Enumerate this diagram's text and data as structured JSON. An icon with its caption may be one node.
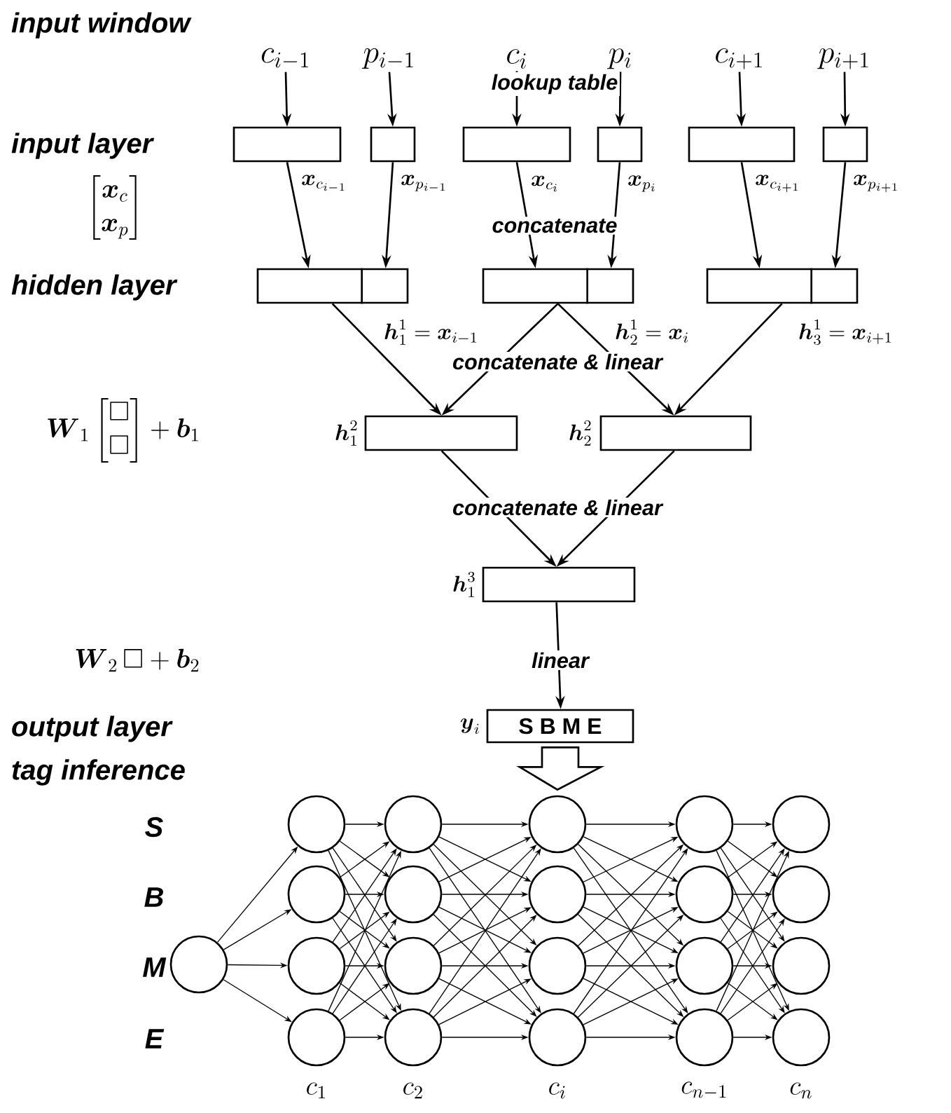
{
  "diagram": {
    "nodes": [
      {
        "text": [
          "c_{i-1}"
        ]
      },
      {
        "text": [
          "p_{i-1}"
        ]
      },
      {
        "text": [
          "c_{i}"
        ]
      },
      {
        "text": [
          "p_{i}"
        ]
      },
      {
        "text": [
          "c_{i+1}"
        ]
      },
      {
        "text": [
          "p_{i+1}"
        ]
      },
      {
        "text": [],
        "shape": "box"
      },
      {
        "text": [],
        "shape": "box"
      },
      {
        "text": [],
        "shape": "box"
      },
      {
        "text": [],
        "shape": "box"
      },
      {
        "text": [],
        "shape": "box"
      },
      {
        "text": [],
        "shape": "box"
      },
      {
        "text": [],
        "shape": "box"
      },
      {
        "text": [],
        "shape": "box"
      },
      {
        "text": [],
        "shape": "box"
      },
      {
        "text": [],
        "shape": "box",
        "beside": [
          "\\boldsymbol{h}_1^2"
        ]
      },
      {
        "text": [],
        "shape": "box",
        "beside": [
          "\\boldsymbol{h}_2^2"
        ]
      },
      {
        "text": [],
        "shape": "box",
        "beside": [
          "\\boldsymbol{h}_1^3"
        ]
      },
      {
        "text": [
          "S B M E"
        ],
        "beside": [
          "\\boldsymbol{y}_i"
        ]
      },
      {
        "text": [],
        "shape": "circle"
      },
      {
        "text": [],
        "shape": "circle"
      },
      {
        "text": [],
        "shape": "circle"
      },
      {
        "text": [],
        "shape": "circle"
      },
      {
        "text": [],
        "shape": "circle"
      },
      {
        "text": [],
        "shape": "circle"
      },
      {
        "text": [],
        "shape": "circle"
      },
      {
        "text": [],
        "shape": "circle"
      },
      {
        "text": [],
        "shape": "circle"
      },
      {
        "text": [],
        "shape": "circle"
      },
      {
        "text": [],
        "shape": "circle"
      },
      {
        "text": [],
        "shape": "circle"
      },
      {
        "text": [],
        "shape": "circle"
      },
      {
        "text": [],
        "shape": "circle"
      },
      {
        "text": [],
        "shape": "circle"
      },
      {
        "text": [],
        "shape": "circle"
      },
      {
        "text": [],
        "shape": "circle"
      },
      {
        "text": [],
        "shape": "circle"
      },
      {
        "text": [],
        "shape": "circle"
      },
      {
        "text": [],
        "shape": "circle"
      },
      {
        "text": [],
        "shape": "circle"
      }
    ],
    "edges": [
      {
        "from": 0,
        "to": 6,
        "arrow": "to"
      },
      {
        "from": 1,
        "to": 7,
        "arrow": "to"
      },
      {
        "from": 2,
        "to": 8,
        "arrow": "to"
      },
      {
        "from": 3,
        "to": 9,
        "arrow": "to"
      },
      {
        "from": 4,
        "to": 10,
        "arrow": "to"
      },
      {
        "from": 5,
        "to": 11,
        "arrow": "to"
      },
      {
        "from": 6,
        "to": 12,
        "arrow": "to",
        "label": "\\boldsymbol{x}_{c_{i-1}}"
      },
      {
        "from": 7,
        "to": 12,
        "arrow": "to",
        "label": "\\boldsymbol{x}_{p_{i-1}}"
      },
      {
        "from": 8,
        "to": 13,
        "arrow": "to",
        "label": "\\boldsymbol{x}_{c_{i}}"
      },
      {
        "from": 9,
        "to": 13,
        "arrow": "to",
        "label": "\\boldsymbol{x}_{p_{i}}"
      },
      {
        "from": 10,
        "to": 14,
        "arrow": "to",
        "label": "\\boldsymbol{x}_{c_{i+1}}"
      },
      {
        "from": 11,
        "to": 14,
        "arrow": "to",
        "label": "\\boldsymbol{x}_{p_{i+1}}"
      },
      {
        "from": 12,
        "to": 15,
        "arrow": "to"
      },
      {
        "from": 13,
        "to": 15,
        "arrow": "to"
      },
      {
        "from": 13,
        "to": 16,
        "arrow": "to"
      },
      {
        "from": 14,
        "to": 16,
        "arrow": "to"
      },
      {
        "from": 15,
        "to": 17,
        "arrow": "to"
      },
      {
        "from": 16,
        "to": 17,
        "arrow": "to"
      },
      {
        "from": 17,
        "to": 18,
        "arrow": "to"
      },
      {
        "from": 18,
        "to": 28,
        "arrow": "to",
        "style": "thick"
      },
      {
        "from": 19,
        "to": 20,
        "arrow": "to"
      },
      {
        "from": 19,
        "to": 21,
        "arrow": "to"
      },
      {
        "from": 19,
        "to": 22,
        "arrow": "to"
      },
      {
        "from": 19,
        "to": 23,
        "arrow": "to"
      },
      {
        "from": 20,
        "to": 24,
        "arrow": "to"
      },
      {
        "from": 20,
        "to": 25,
        "arrow": "to"
      },
      {
        "from": 20,
        "to": 26,
        "arrow": "to"
      },
      {
        "from": 20,
        "to": 27,
        "arrow": "to"
      },
      {
        "from": 21,
        "to": 24,
        "arrow": "to"
      },
      {
        "from": 21,
        "to": 25,
        "arrow": "to"
      },
      {
        "from": 21,
        "to": 26,
        "arrow": "to"
      },
      {
        "from": 21,
        "to": 27,
        "arrow": "to"
      },
      {
        "from": 22,
        "to": 24,
        "arrow": "to"
      },
      {
        "from": 22,
        "to": 25,
        "arrow": "to"
      },
      {
        "from": 22,
        "to": 26,
        "arrow": "to"
      },
      {
        "from": 22,
        "to": 27,
        "arrow": "to"
      },
      {
        "from": 23,
        "to": 24,
        "arrow": "to"
      },
      {
        "from": 23,
        "to": 25,
        "arrow": "to"
      },
      {
        "from": 23,
        "to": 26,
        "arrow": "to"
      },
      {
        "from": 23,
        "to": 27,
        "arrow": "to"
      },
      {
        "from": 24,
        "to": 28,
        "arrow": "to"
      },
      {
        "from": 24,
        "to": 29,
        "arrow": "to"
      },
      {
        "from": 24,
        "to": 30,
        "arrow": "to"
      },
      {
        "from": 24,
        "to": 31,
        "arrow": "to"
      },
      {
        "from": 25,
        "to": 28,
        "arrow": "to"
      },
      {
        "from": 25,
        "to": 29,
        "arrow": "to"
      },
      {
        "from": 25,
        "to": 30,
        "arrow": "to"
      },
      {
        "from": 25,
        "to": 31,
        "arrow": "to"
      },
      {
        "from": 26,
        "to": 28,
        "arrow": "to"
      },
      {
        "from": 26,
        "to": 29,
        "arrow": "to"
      },
      {
        "from": 26,
        "to": 30,
        "arrow": "to"
      },
      {
        "from": 26,
        "to": 31,
        "arrow": "to"
      },
      {
        "from": 27,
        "to": 28,
        "arrow": "to"
      },
      {
        "from": 27,
        "to": 29,
        "arrow": "to"
      },
      {
        "from": 27,
        "to": 30,
        "arrow": "to"
      },
      {
        "from": 27,
        "to": 31,
        "arrow": "to"
      },
      {
        "from": 28,
        "to": 32,
        "arrow": "to"
      },
      {
        "from": 28,
        "to": 33,
        "arrow": "to"
      },
      {
        "from": 28,
        "to": 34,
        "arrow": "to"
      },
      {
        "from": 28,
        "to": 35,
        "arrow": "to"
      },
      {
        "from": 29,
        "to": 32,
        "arrow": "to"
      },
      {
        "from": 29,
        "to": 33,
        "arrow": "to"
      },
      {
        "from": 29,
        "to": 34,
        "arrow": "to"
      },
      {
        "from": 29,
        "to": 35,
        "arrow": "to"
      },
      {
        "from": 30,
        "to": 32,
        "arrow": "to"
      },
      {
        "from": 30,
        "to": 33,
        "arrow": "to"
      },
      {
        "from": 30,
        "to": 34,
        "arrow": "to"
      },
      {
        "from": 30,
        "to": 35,
        "arrow": "to"
      },
      {
        "from": 31,
        "to": 32,
        "arrow": "to"
      },
      {
        "from": 31,
        "to": 33,
        "arrow": "to"
      },
      {
        "from": 31,
        "to": 34,
        "arrow": "to"
      },
      {
        "from": 31,
        "to": 35,
        "arrow": "to"
      },
      {
        "from": 32,
        "to": 36,
        "arrow": "to"
      },
      {
        "from": 32,
        "to": 37,
        "arrow": "to"
      },
      {
        "from": 32,
        "to": 38,
        "arrow": "to"
      },
      {
        "from": 32,
        "to": 39,
        "arrow": "to"
      },
      {
        "from": 33,
        "to": 36,
        "arrow": "to"
      },
      {
        "from": 33,
        "to": 37,
        "arrow": "to"
      },
      {
        "from": 33,
        "to": 38,
        "arrow": "to"
      },
      {
        "from": 33,
        "to": 39,
        "arrow": "to"
      },
      {
        "from": 34,
        "to": 36,
        "arrow": "to"
      },
      {
        "from": 34,
        "to": 37,
        "arrow": "to"
      },
      {
        "from": 34,
        "to": 38,
        "arrow": "to"
      },
      {
        "from": 34,
        "to": 39,
        "arrow": "to"
      },
      {
        "from": 35,
        "to": 36,
        "arrow": "to"
      },
      {
        "from": 35,
        "to": 37,
        "arrow": "to"
      },
      {
        "from": 35,
        "to": 38,
        "arrow": "to"
      },
      {
        "from": 35,
        "to": 39,
        "arrow": "to"
      }
    ],
    "labels": [
      "input window",
      "lookup table",
      "input layer",
      "\\begin{bmatrix}\\boldsymbol{x}_c\\\\ \\boldsymbol{x}_p\\end{bmatrix}",
      "concatenate",
      "hidden layer",
      "\\boldsymbol{h}_1^1=\\boldsymbol{x}_{i-1}",
      "\\boldsymbol{h}_2^1=\\boldsymbol{x}_{i}",
      "\\boldsymbol{h}_3^1=\\boldsymbol{x}_{i+1}",
      "concatenate & linear",
      "\\boldsymbol{W}_1\\begin{bmatrix}\\square\\\\ \\square\\end{bmatrix}+\\boldsymbol{b}_1",
      "concatenate & linear",
      "\\boldsymbol{W}_2\\,\\square+\\boldsymbol{b}_2",
      "linear",
      "output layer",
      "tag inference",
      "S",
      "B",
      "M",
      "E",
      "c_1",
      "c_2",
      "c_i",
      "c_{n-1}",
      "c_n"
    ]
  }
}
